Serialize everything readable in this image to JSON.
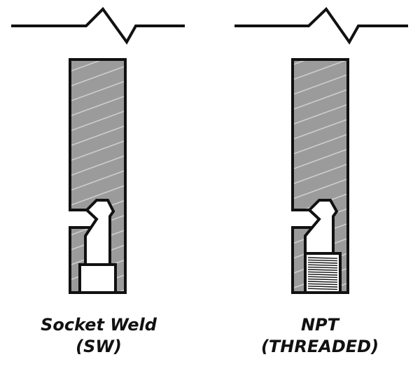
{
  "colors": {
    "background": "#ffffff",
    "outline": "#111111",
    "section_fill": "#9b9b9b",
    "hatch_line": "#cfcfcf",
    "gauge_fill": "#ffffff"
  },
  "figures": [
    {
      "id": "socket-weld",
      "caption": {
        "line1": "Socket Weld",
        "line2": "(SW)"
      },
      "end_connection": "socket"
    },
    {
      "id": "npt-threaded",
      "caption": {
        "line1": "NPT",
        "line2": "(THREADED)"
      },
      "end_connection": "threads"
    }
  ]
}
